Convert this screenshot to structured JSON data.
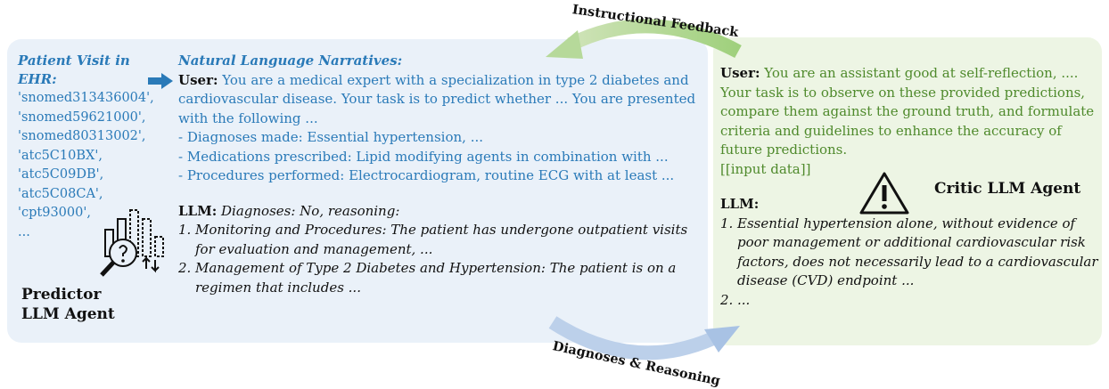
{
  "feedback_label": "Instructional Feedback",
  "reasoning_label": "Diagnoses & Reasoning",
  "left": {
    "title": "Patient Visit in EHR:",
    "codes": [
      "'snomed313436004',",
      "'snomed59621000',",
      "'snomed80313002',",
      "'atc5C10BX',",
      "'atc5C09DB',",
      "'atc5C08CA',",
      "'cpt93000',",
      "..."
    ],
    "agent_label_line1": "Predictor",
    "agent_label_line2": "LLM Agent"
  },
  "narratives": {
    "title": "Natural Language Narratives:",
    "user_prefix": "User:",
    "user_text": "You are a medical expert with a specialization in type 2 diabetes and cardiovascular disease. Your task is to predict whether ... You are presented with the following ...",
    "bullets": [
      "- Diagnoses made: Essential hypertension, ...",
      "- Medications prescribed: Lipid modifying agents in combination with ...",
      "- Procedures performed: Electrocardiogram, routine ECG with at least ..."
    ],
    "llm_prefix": "LLM:",
    "llm_head": "Diagnoses: No, reasoning:",
    "llm_items": [
      {
        "num": "1.",
        "text": "Monitoring and Procedures: The patient has undergone outpatient visits for evaluation and management, ..."
      },
      {
        "num": "2.",
        "text": "Management of Type 2 Diabetes and Hypertension: The patient is on a regimen that includes ..."
      }
    ]
  },
  "critic": {
    "user_prefix": "User:",
    "user_text": "You are an assistant good at self-reflection, .... Your task is to observe on these provided predictions, compare them against the ground truth, and formulate criteria and guidelines to enhance the accuracy of future predictions.",
    "input_placeholder": "[[input data]]",
    "agent_label": "Critic LLM Agent",
    "llm_prefix": "LLM:",
    "llm_items": [
      {
        "num": "1.",
        "text": "Essential hypertension alone, without evidence of poor management or additional cardiovascular risk factors, does not necessarily lead to a cardiovascular disease (CVD) endpoint ..."
      },
      {
        "num": "2.",
        "text": "..."
      }
    ]
  }
}
